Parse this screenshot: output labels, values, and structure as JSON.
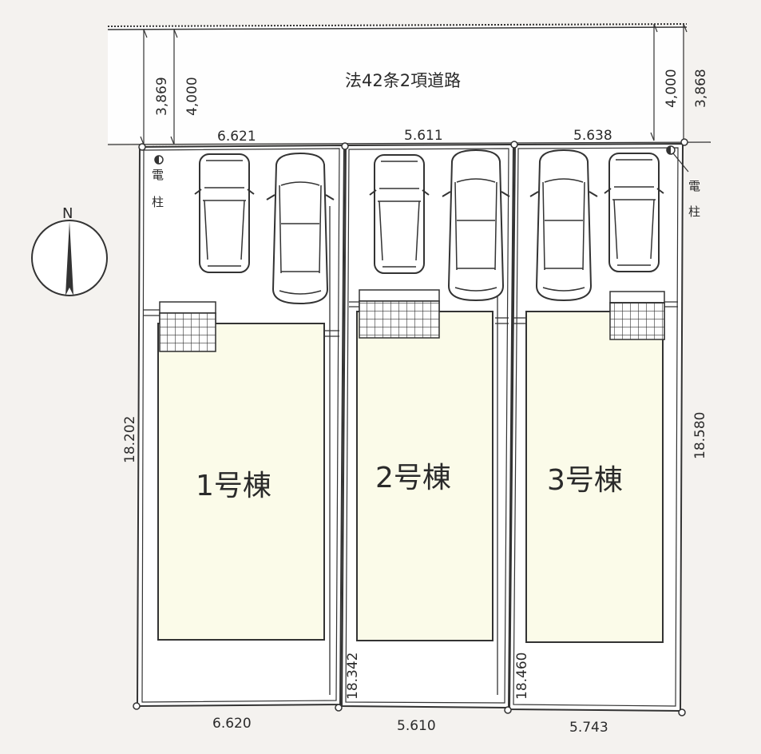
{
  "road": {
    "label": "法42条2項道路",
    "left_widths": [
      "3,869",
      "4,000"
    ],
    "right_widths": [
      "4,000",
      "3,868"
    ]
  },
  "compass": {
    "label": "N",
    "icon": "north-arrow-icon"
  },
  "utility_poles": [
    {
      "label_line1": "電",
      "label_line2": "柱",
      "position": "lot-1-front-left"
    },
    {
      "label_line1": "電",
      "label_line2": "柱",
      "position": "lot-3-front-right"
    }
  ],
  "lots": [
    {
      "name": "1号棟",
      "front_width": "6.621",
      "rear_width": "6.620",
      "side_depth": "18.202",
      "cars": 2
    },
    {
      "name": "2号棟",
      "front_width": "5.611",
      "rear_width": "5.610",
      "side_depth": "18.342",
      "cars": 2
    },
    {
      "name": "3号棟",
      "front_width": "5.638",
      "rear_width": "5.743",
      "side_depth": "18.460",
      "cars": 2
    }
  ],
  "right_depth": "18.580",
  "colors": {
    "background": "#f4f2ef",
    "lot_fill": "#ffffff",
    "building_fill": "#fbfbe9",
    "line": "#333333"
  }
}
